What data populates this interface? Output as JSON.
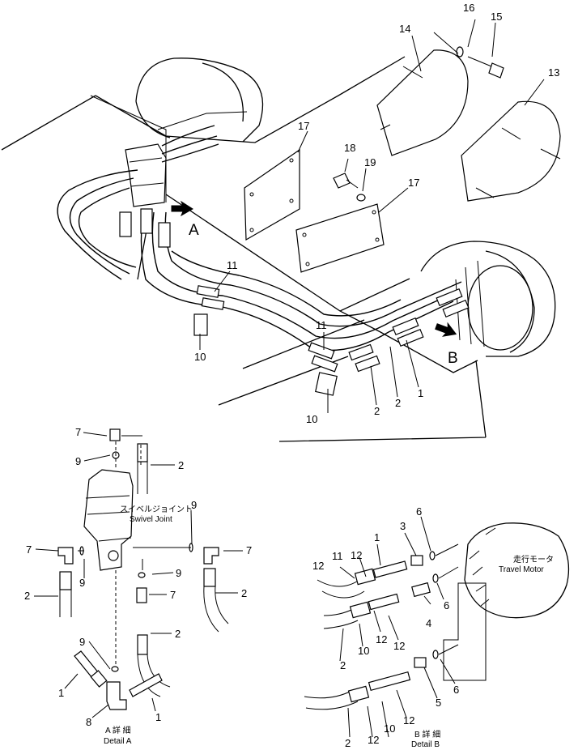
{
  "view_arrows": {
    "a": "A",
    "b": "B"
  },
  "parts": {
    "p1": "1",
    "p2": "2",
    "p3": "3",
    "p4": "4",
    "p5": "5",
    "p6": "6",
    "p7": "7",
    "p8": "8",
    "p9": "9",
    "p10": "10",
    "p11": "11",
    "p12": "12",
    "p13": "13",
    "p14": "14",
    "p15": "15",
    "p16": "16",
    "p17": "17",
    "p18": "18",
    "p19": "19"
  },
  "labels": {
    "swivel_jp": "スイベルジョイント",
    "swivel_en": "Swivel Joint",
    "motor_jp": "走行モータ",
    "motor_en": "Travel Motor",
    "detail_a_jp": "A 詳 細",
    "detail_a_en": "Detail A",
    "detail_b_jp": "B 詳 細",
    "detail_b_en": "Detail B"
  }
}
